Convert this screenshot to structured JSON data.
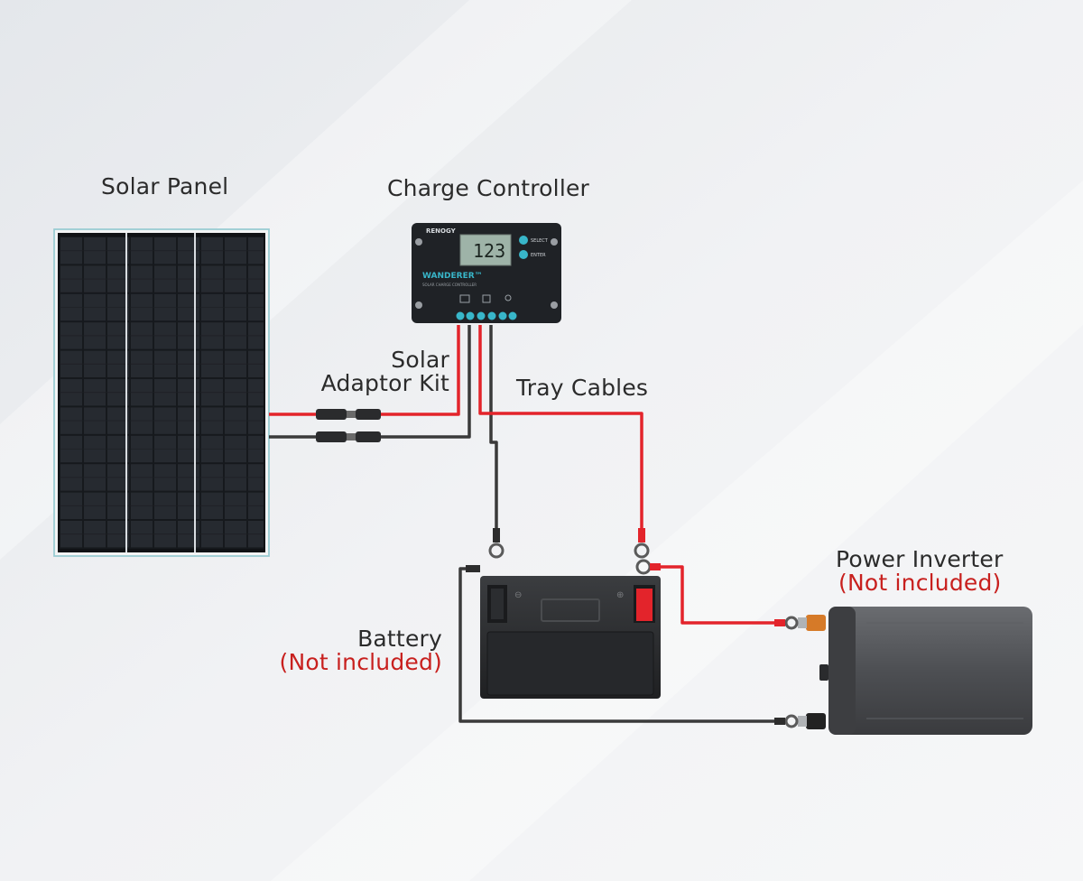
{
  "labels": {
    "solar_panel": "Solar Panel",
    "charge_controller": "Charge Controller",
    "solar_adaptor_kit_line1": "Solar",
    "solar_adaptor_kit_line2": "Adaptor Kit",
    "tray_cables": "Tray Cables",
    "power_inverter": "Power Inverter",
    "power_inverter_note": "(Not included)",
    "battery": "Battery",
    "battery_note": "(Not included)"
  },
  "controller": {
    "brand": "RENOGY",
    "model": "WANDERER™",
    "subtitle": "SOLAR CHARGE CONTROLLER",
    "display_value": "123",
    "button_select": "SELECT",
    "button_enter": "ENTER"
  },
  "colors": {
    "positive_wire": "#e3242b",
    "negative_wire": "#3a3a3a",
    "note_red": "#c8201e",
    "controller_accent": "#38b6c9"
  }
}
